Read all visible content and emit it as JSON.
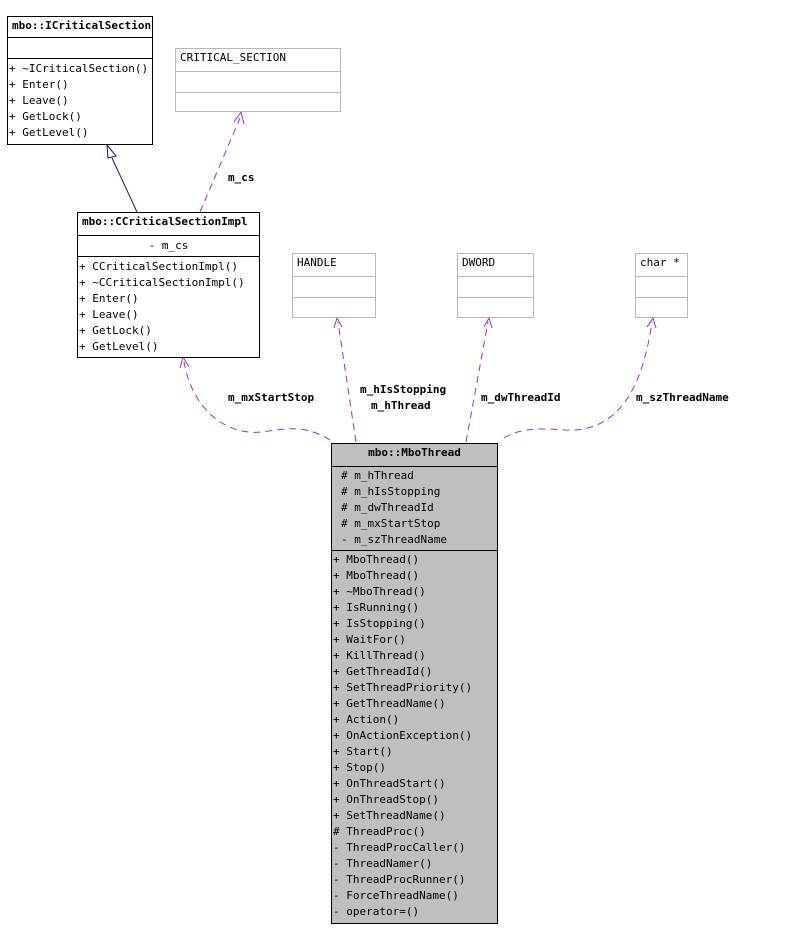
{
  "classes": {
    "icritical": {
      "name": "mbo::ICriticalSection",
      "attributes": [],
      "methods": [
        "+ ~ICriticalSection()",
        "+ Enter()",
        "+ Leave()",
        "+ GetLock()",
        "+ GetLevel()"
      ]
    },
    "critical_section": {
      "name": "CRITICAL_SECTION"
    },
    "impl": {
      "name": "mbo::CCriticalSectionImpl",
      "attributes": [
        "- m_cs"
      ],
      "methods": [
        "+ CCriticalSectionImpl()",
        "+ ~CCriticalSectionImpl()",
        "+ Enter()",
        "+ Leave()",
        "+ GetLock()",
        "+ GetLevel()"
      ]
    },
    "handle": {
      "name": "HANDLE"
    },
    "dword": {
      "name": "DWORD"
    },
    "charp": {
      "name": "char *"
    },
    "mbothread": {
      "name": "mbo::MboThread",
      "attributes": [
        "# m_hThread",
        "# m_hIsStopping",
        "# m_dwThreadId",
        "# m_mxStartStop",
        "- m_szThreadName"
      ],
      "methods": [
        "+ MboThread()",
        "+ MboThread()",
        "+ ~MboThread()",
        "+ IsRunning()",
        "+ IsStopping()",
        "+ WaitFor()",
        "+ KillThread()",
        "+ GetThreadId()",
        "+ SetThreadPriority()",
        "+ GetThreadName()",
        "+ Action()",
        "+ OnActionException()",
        "+ Start()",
        "+ Stop()",
        "+ OnThreadStart()",
        "+ OnThreadStop()",
        "+ SetThreadName()",
        "# ThreadProc()",
        "- ThreadProcCaller()",
        "- ThreadNamer()",
        "- ThreadProcRunner()",
        "- ForceThreadName()",
        "- operator=()"
      ]
    }
  },
  "edges": {
    "m_cs": "m_cs",
    "m_mxStartStop": "m_mxStartStop",
    "m_hIsStopping": "m_hIsStopping",
    "m_hThread": "m_hThread",
    "m_dwThreadId": "m_dwThreadId",
    "m_szThreadName": "m_szThreadName"
  },
  "colors": {
    "inheritance": "#191970",
    "usage": "#9a32cd",
    "external_border": "#b8b8b8",
    "main_fill": "#bfbfbf"
  }
}
